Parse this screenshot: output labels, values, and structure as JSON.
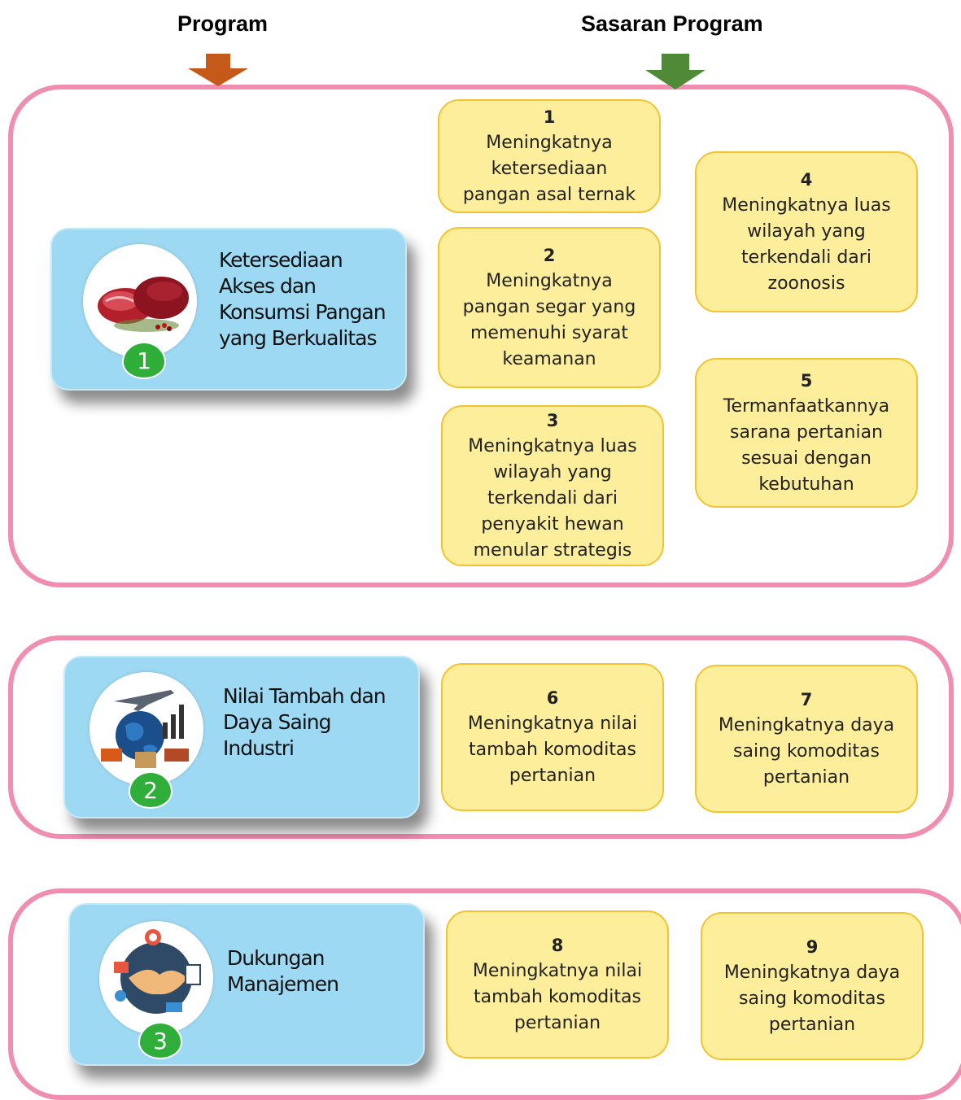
{
  "headers": {
    "program": "Program",
    "sasaran": "Sasaran Program"
  },
  "colors": {
    "program_arrow": "#c5591a",
    "sasaran_arrow": "#4f8b36",
    "group_border": "#f08db0",
    "program_card": "#9ed9f3",
    "target_fill": "#fcee9b",
    "target_border": "#f3c331",
    "badge": "#2fae3a"
  },
  "programs": [
    {
      "number": "1",
      "title": "Ketersediaan\nAkses dan\nKonsumsi Pangan\nyang Berkualitas",
      "icon": "meat-icon"
    },
    {
      "number": "2",
      "title": "Nilai Tambah dan\nDaya Saing\nIndustri",
      "icon": "global-trade-icon"
    },
    {
      "number": "3",
      "title": "Dukungan\nManajemen",
      "icon": "handshake-icon"
    }
  ],
  "targets": [
    {
      "number": "1",
      "text": "Meningkatnya\nketersediaan\npangan asal ternak"
    },
    {
      "number": "2",
      "text": "Meningkatnya\npangan segar yang\nmemenuhi syarat\nkeamanan"
    },
    {
      "number": "3",
      "text": "Meningkatnya luas\nwilayah yang\nterkendali dari\npenyakit hewan\nmenular strategis"
    },
    {
      "number": "4",
      "text": "Meningkatnya luas\nwilayah yang\nterkendali dari\nzoonosis"
    },
    {
      "number": "5",
      "text": "Termanfaatkannya\nsarana pertanian\nsesuai dengan\nkebutuhan"
    },
    {
      "number": "6",
      "text": "Meningkatnya nilai\ntambah komoditas\npertanian"
    },
    {
      "number": "7",
      "text": "Meningkatnya daya\nsaing komoditas\npertanian"
    },
    {
      "number": "8",
      "text": "Meningkatnya nilai\ntambah komoditas\npertanian"
    },
    {
      "number": "9",
      "text": "Meningkatnya daya\nsaing komoditas\npertanian"
    }
  ]
}
